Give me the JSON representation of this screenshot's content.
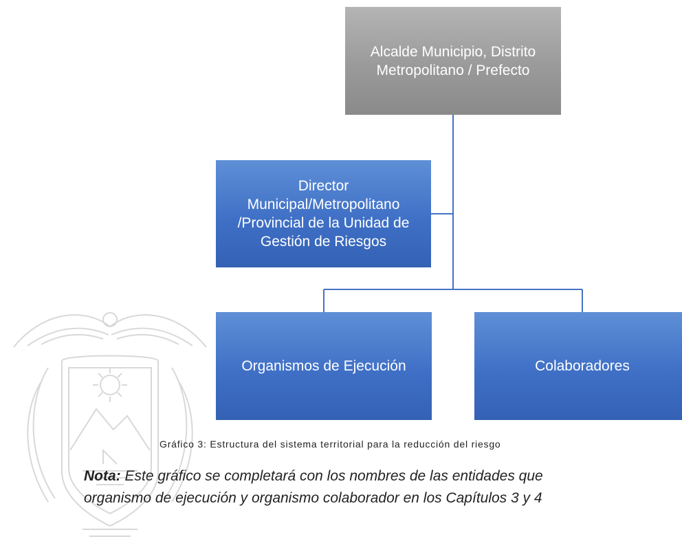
{
  "diagram": {
    "nodes": {
      "top": "Alcalde Municipio, Distrito Metropolitano / Prefecto",
      "director": "Director Municipal/Metropolitano /Provincial de la Unidad de Gestión de Riesgos",
      "execution": "Organismos de Ejecución",
      "collaborators": "Colaboradores"
    },
    "caption": "Gráfico 3: Estructura del sistema territorial para la reducción del riesgo",
    "colors": {
      "top_box": "#9e9e9e",
      "blue_box": "#4472c4",
      "connector": "#4472c4"
    }
  },
  "note": {
    "label": "Nota:",
    "line1": " Este gráfico se completará con los nombres de las entidades que",
    "line2": "organismo de ejecución y organismo colaborador en los Capítulos 3 y 4"
  },
  "watermark": {
    "icon": "coat-of-arms-icon"
  }
}
